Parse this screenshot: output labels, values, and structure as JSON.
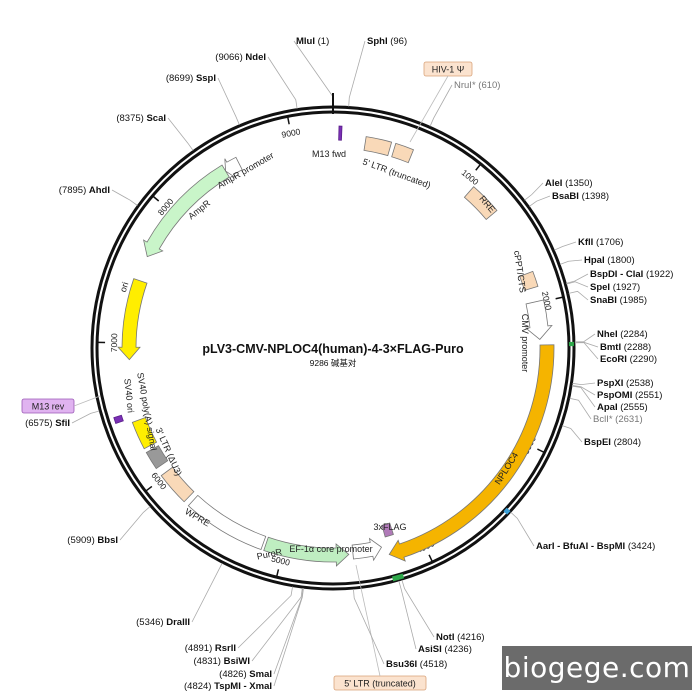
{
  "plasmid": {
    "name": "pLV3-CMV-NPLOC4(human)-4-3×FLAG-Puro",
    "size_label": "9286 碱基对",
    "length": 9286
  },
  "ticks": [
    {
      "pos": 1000,
      "label": "1000"
    },
    {
      "pos": 2000,
      "label": "2000"
    },
    {
      "pos": 3000,
      "label": "3000"
    },
    {
      "pos": 4000,
      "label": "4000"
    },
    {
      "pos": 5000,
      "label": "5000"
    },
    {
      "pos": 6000,
      "label": "6000"
    },
    {
      "pos": 7000,
      "label": "7000"
    },
    {
      "pos": 8000,
      "label": "8000"
    },
    {
      "pos": 9000,
      "label": "9000"
    }
  ],
  "sites": [
    {
      "name": "MluI",
      "pos_label": "(1)",
      "pos": 1,
      "gray": false
    },
    {
      "name": "SphI",
      "pos_label": "(96)",
      "pos": 96,
      "gray": false
    },
    {
      "name": "NruI*",
      "pos_label": "(610)",
      "pos": 610,
      "gray": true
    },
    {
      "name": "AleI",
      "pos_label": "(1350)",
      "pos": 1350,
      "gray": false
    },
    {
      "name": "BsaBI",
      "pos_label": "(1398)",
      "pos": 1398,
      "gray": false
    },
    {
      "name": "KflI",
      "pos_label": "(1706)",
      "pos": 1706,
      "gray": false
    },
    {
      "name": "HpaI",
      "pos_label": "(1800)",
      "pos": 1800,
      "gray": false
    },
    {
      "name": "BspDI - ClaI",
      "pos_label": "(1922)",
      "pos": 1922,
      "gray": false
    },
    {
      "name": "SpeI",
      "pos_label": "(1927)",
      "pos": 1927,
      "gray": false
    },
    {
      "name": "SnaBI",
      "pos_label": "(1985)",
      "pos": 1985,
      "gray": false
    },
    {
      "name": "NheI",
      "pos_label": "(2284)",
      "pos": 2284,
      "gray": false
    },
    {
      "name": "BmtI",
      "pos_label": "(2288)",
      "pos": 2288,
      "gray": false
    },
    {
      "name": "EcoRI",
      "pos_label": "(2290)",
      "pos": 2290,
      "gray": false
    },
    {
      "name": "PspXI",
      "pos_label": "(2538)",
      "pos": 2538,
      "gray": false
    },
    {
      "name": "PspOMI",
      "pos_label": "(2551)",
      "pos": 2551,
      "gray": false
    },
    {
      "name": "ApaI",
      "pos_label": "(2555)",
      "pos": 2555,
      "gray": false
    },
    {
      "name": "BclI*",
      "pos_label": "(2631)",
      "pos": 2631,
      "gray": true
    },
    {
      "name": "BspEI",
      "pos_label": "(2804)",
      "pos": 2804,
      "gray": false
    },
    {
      "name": "AarI - BfuAI - BspMI",
      "pos_label": "(3424)",
      "pos": 3424,
      "gray": false
    },
    {
      "name": "NotI",
      "pos_label": "(4216)",
      "pos": 4216,
      "gray": false
    },
    {
      "name": "AsiSI",
      "pos_label": "(4236)",
      "pos": 4236,
      "gray": false
    },
    {
      "name": "Bsu36I",
      "pos_label": "(4518)",
      "pos": 4518,
      "gray": false
    },
    {
      "name": "TspMI - XmaI",
      "pos_label": "(4824)",
      "pos": 4824,
      "gray": false
    },
    {
      "name": "SmaI",
      "pos_label": "(4826)",
      "pos": 4826,
      "gray": false
    },
    {
      "name": "BsiWI",
      "pos_label": "(4831)",
      "pos": 4831,
      "gray": false
    },
    {
      "name": "RsrII",
      "pos_label": "(4891)",
      "pos": 4891,
      "gray": false
    },
    {
      "name": "DraIII",
      "pos_label": "(5346)",
      "pos": 5346,
      "gray": false
    },
    {
      "name": "BbsI",
      "pos_label": "(5909)",
      "pos": 5909,
      "gray": false
    },
    {
      "name": "SfiI",
      "pos_label": "(6575)",
      "pos": 6575,
      "gray": false
    },
    {
      "name": "AhdI",
      "pos_label": "(7895)",
      "pos": 7895,
      "gray": false
    },
    {
      "name": "ScaI",
      "pos_label": "(8375)",
      "pos": 8375,
      "gray": false
    },
    {
      "name": "SspI",
      "pos_label": "(8699)",
      "pos": 8699,
      "gray": false
    },
    {
      "name": "NdeI",
      "pos_label": "(9066)",
      "pos": 9066,
      "gray": false
    }
  ],
  "features": [
    {
      "name": "M13 fwd",
      "start": 40,
      "end": 60,
      "color": "#7a2fb5",
      "kind": "primer"
    },
    {
      "name": "5' LTR (truncated)",
      "start": 230,
      "end": 410,
      "color": "#f9d9b8",
      "kind": "box"
    },
    {
      "name": "HIV-1 Ψ",
      "start": 440,
      "end": 570,
      "color": "#f9d9b8",
      "kind": "box"
    },
    {
      "name": "RRE",
      "start": 1060,
      "end": 1290,
      "color": "#f9d9b8",
      "kind": "box"
    },
    {
      "name": "cPPT/CTS",
      "start": 1780,
      "end": 1890,
      "color": "#f9d9b8",
      "kind": "box"
    },
    {
      "name": "CMV promoter",
      "start": 1990,
      "end": 2260,
      "color": "#ffffff",
      "kind": "arrow"
    },
    {
      "name": "NPLOC4",
      "start": 2300,
      "end": 4250,
      "color": "#f5b400",
      "kind": "arrow"
    },
    {
      "name": "3xFLAG",
      "start": 4180,
      "end": 4245,
      "color": "#b07ab8",
      "kind": "box"
    },
    {
      "name": "EF-1α core promoter",
      "start": 4290,
      "end": 4500,
      "color": "#ffffff",
      "kind": "arrow"
    },
    {
      "name": "PuroR",
      "start": 4530,
      "end": 5130,
      "color": "#bfeec1",
      "kind": "arrow"
    },
    {
      "name": "WPRE",
      "start": 5150,
      "end": 5740,
      "color": "#ffffff",
      "kind": "box"
    },
    {
      "name": "3' LTR (ΔU3)",
      "start": 5780,
      "end": 6020,
      "color": "#f9d9b8",
      "kind": "box"
    },
    {
      "name": "SV40 poly(A) signal",
      "start": 6080,
      "end": 6210,
      "color": "#999999",
      "kind": "box"
    },
    {
      "name": "SV40 ori",
      "start": 6240,
      "end": 6440,
      "color": "#ffee00",
      "kind": "box"
    },
    {
      "name": "M13 rev",
      "start": 6470,
      "end": 6510,
      "color": "#7a2fb5",
      "kind": "primer"
    },
    {
      "name": "ori",
      "start": 6880,
      "end": 7460,
      "color": "#ffee00",
      "kind": "arrow"
    },
    {
      "name": "AmpR",
      "start": 7640,
      "end": 8480,
      "color": "#c9f5c9",
      "kind": "arrow"
    },
    {
      "name": "AmpR promoter",
      "start": 8480,
      "end": 8590,
      "color": "#ffffff",
      "kind": "arrow"
    }
  ],
  "colors": {
    "backbone": "#111111",
    "label_box_fill": "#fbe3cf",
    "label_box_stroke": "#d9a37a",
    "primer_label_fill": "#e0b3f0",
    "primer_label_stroke": "#9b59b6",
    "mark_green": "#2ea84a",
    "mark_blue": "#3aa0d8"
  },
  "watermark": "biogege.com"
}
